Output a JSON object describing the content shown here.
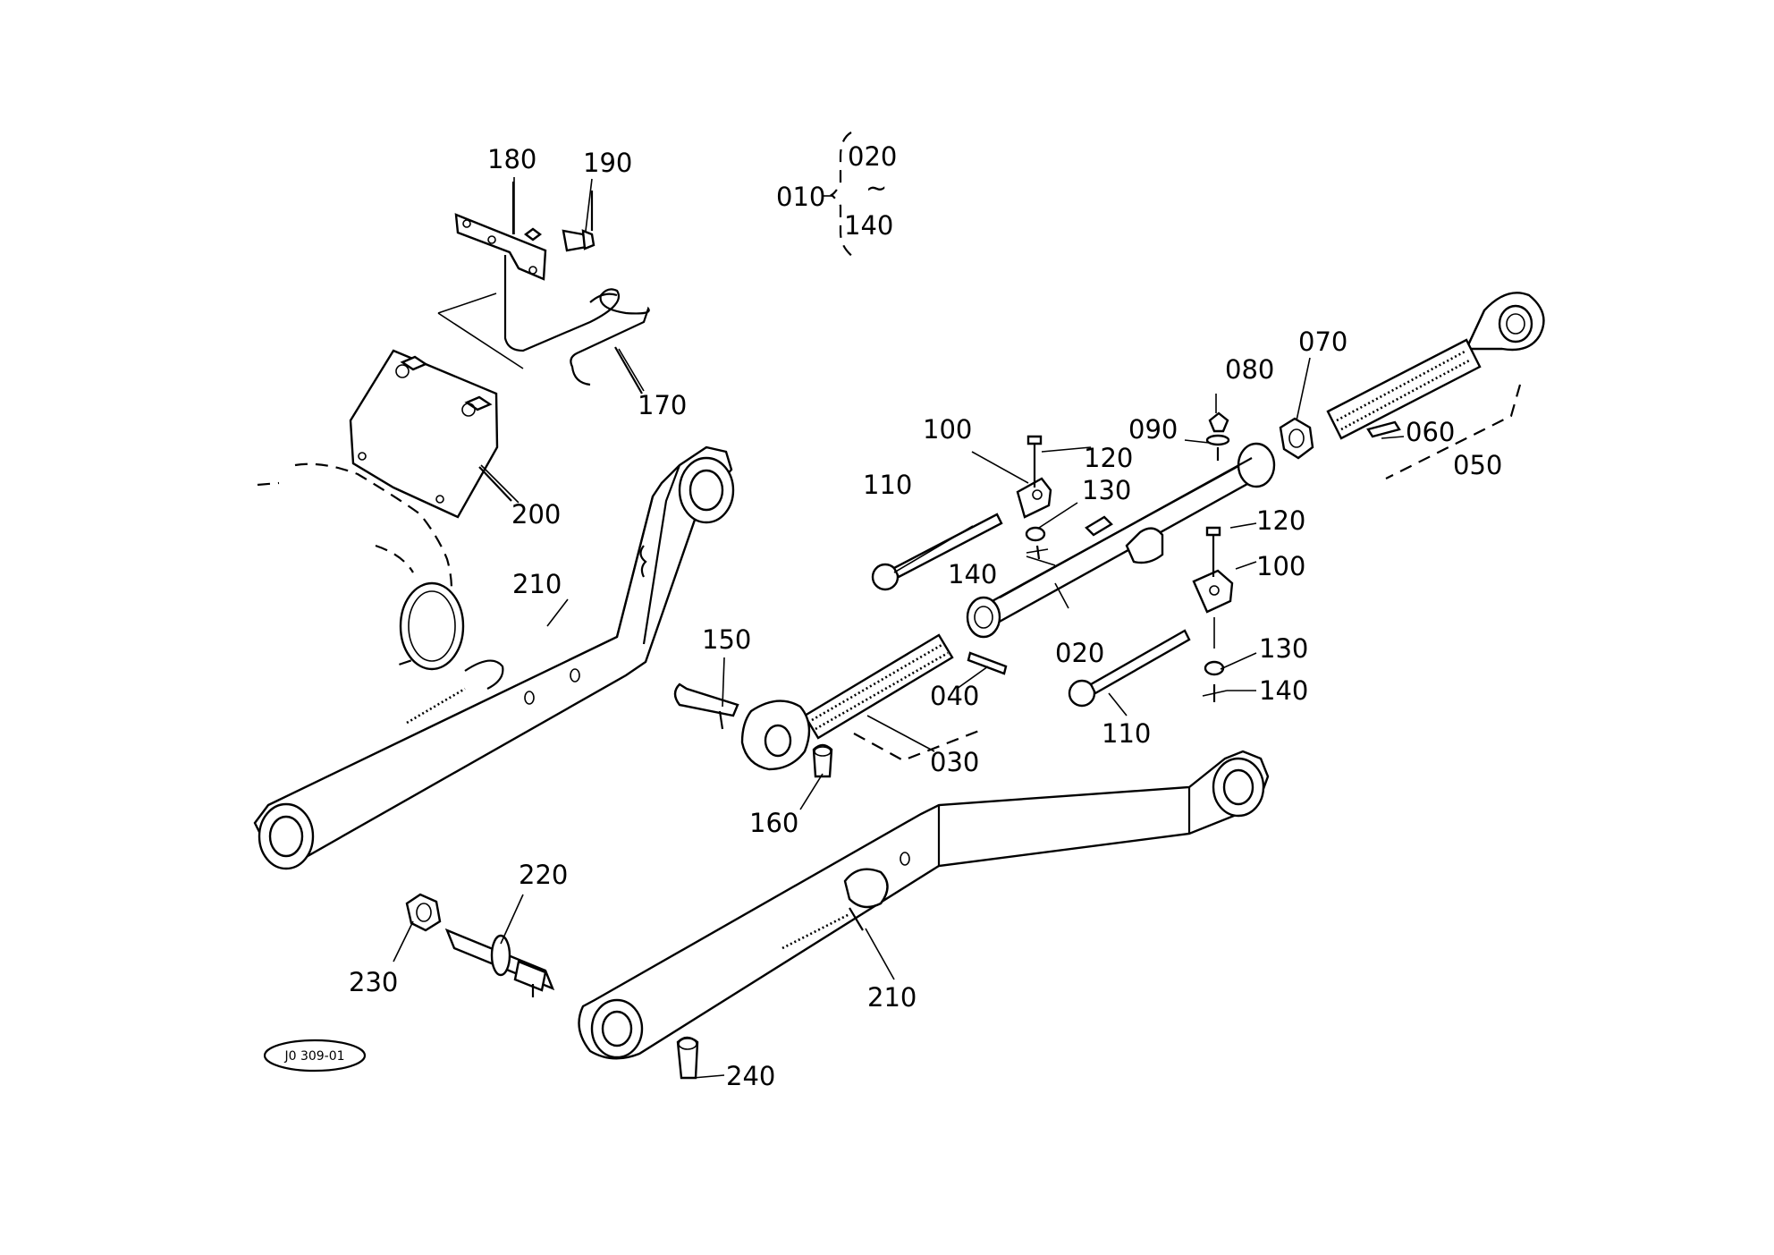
{
  "diagram": {
    "group": {
      "parent": "010",
      "first": "020",
      "tilde": "~",
      "last": "140"
    },
    "labels": {
      "p180": "180",
      "p190": "190",
      "p170": "170",
      "p200": "200",
      "p210a": "210",
      "p150": "150",
      "p160": "160",
      "p030": "030",
      "p040": "040",
      "p020": "020",
      "p100a": "100",
      "p110a": "110",
      "p120a": "120",
      "p130a": "130",
      "p140a": "140",
      "p080": "080",
      "p090": "090",
      "p070": "070",
      "p060": "060",
      "p050": "050",
      "p120b": "120",
      "p100b": "100",
      "p130b": "130",
      "p140b": "140",
      "p110b": "110",
      "p220": "220",
      "p230": "230",
      "p210b": "210",
      "p240": "240"
    },
    "drawing_code": "J0 309-01"
  }
}
